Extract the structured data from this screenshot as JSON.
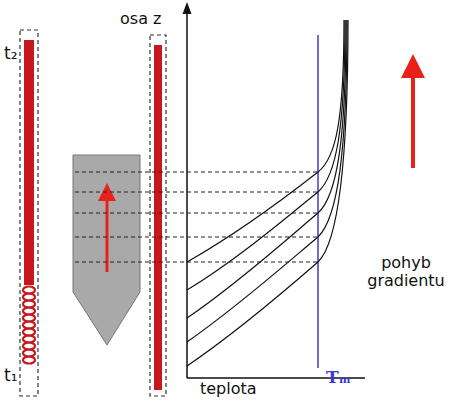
{
  "diagram": {
    "labels": [
      "osa z",
      "t₂",
      "t₁",
      "teplota",
      "Tₘ",
      "pohyb gradientu"
    ]
  }
}
